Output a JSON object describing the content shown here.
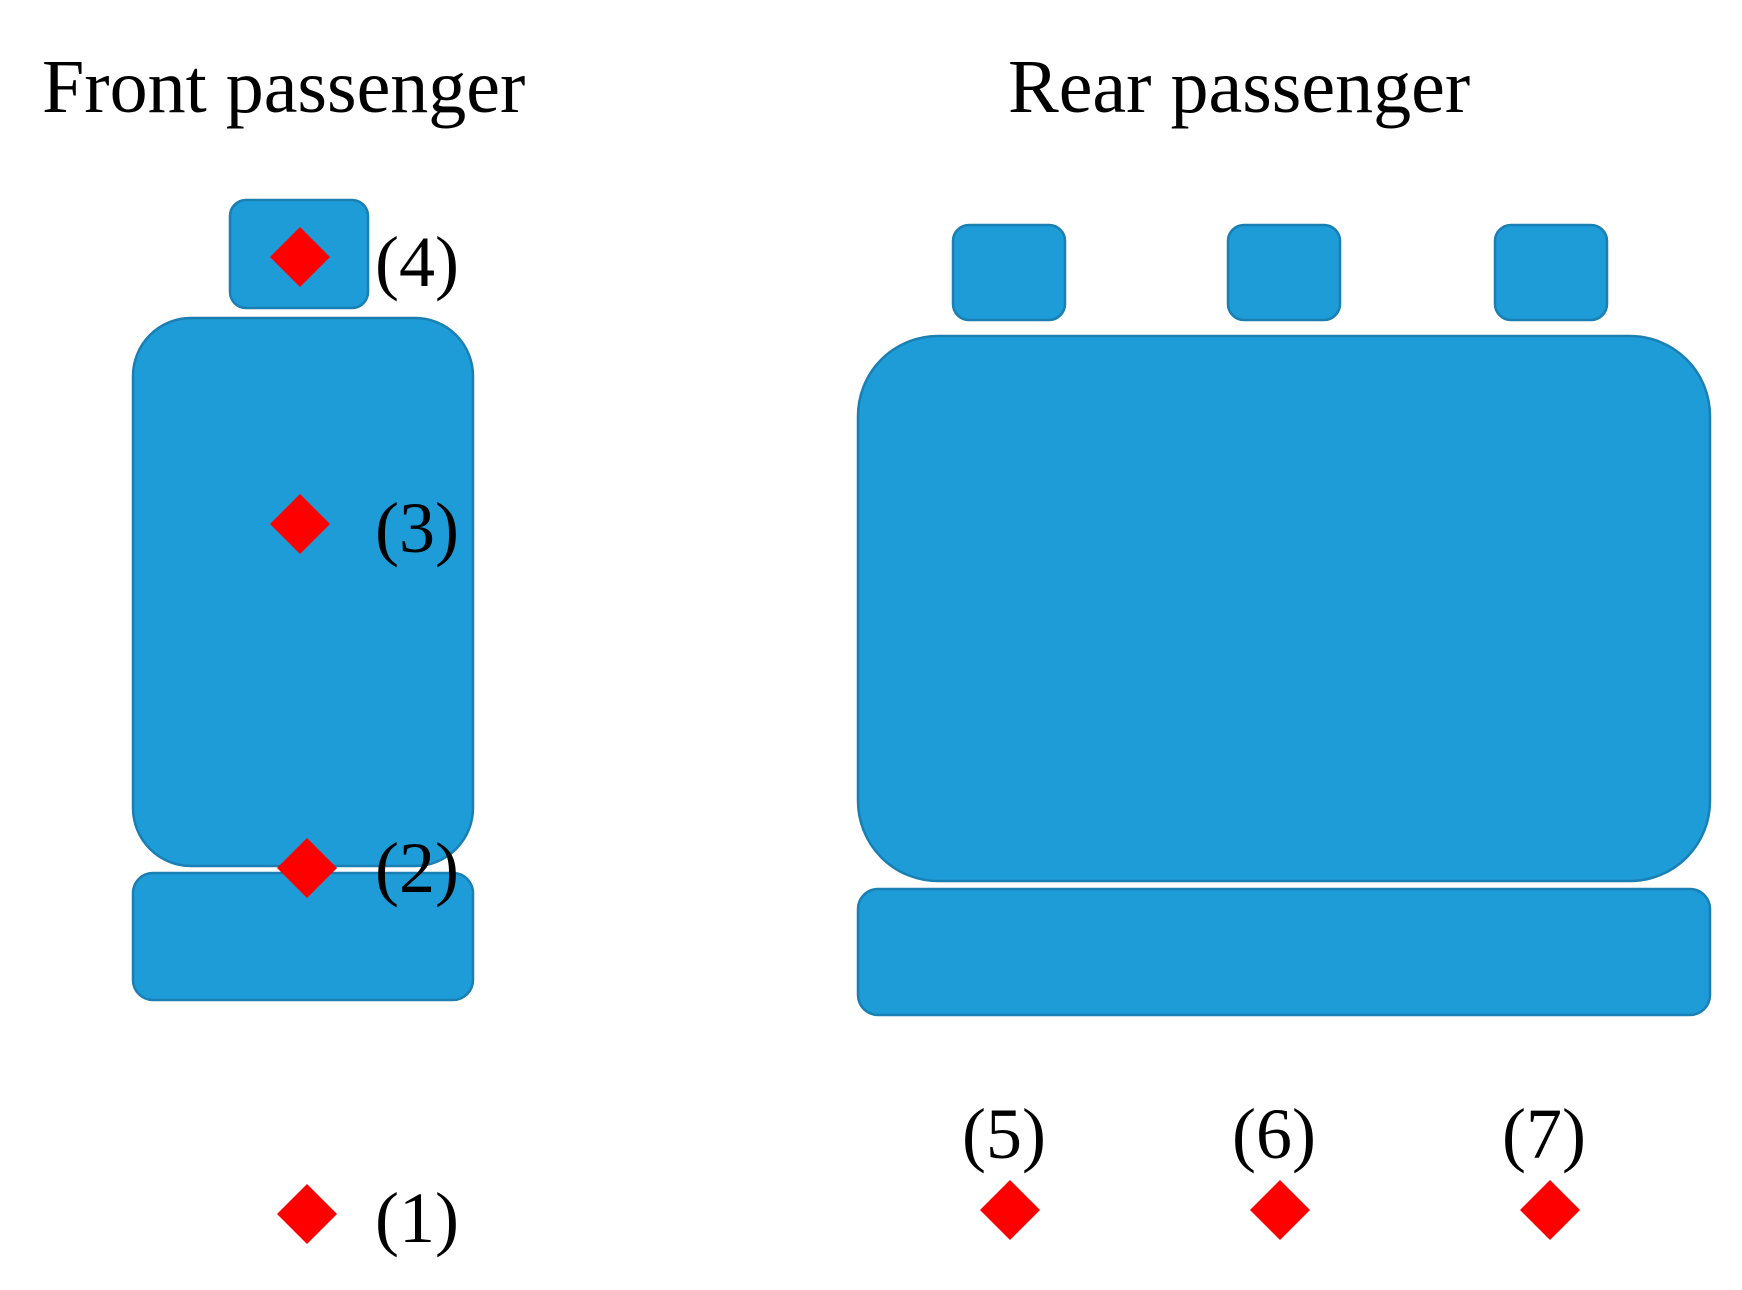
{
  "colors": {
    "seat_fill": "#1e9cd7",
    "seat_stroke": "#1a7fb3",
    "marker": "#ff0000",
    "text": "#000000",
    "background": "#ffffff"
  },
  "titles": {
    "front": "Front passenger",
    "rear": "Rear passenger"
  },
  "markers": {
    "icon": "red-diamond-icon",
    "points": [
      {
        "id": "1",
        "label": "(1)",
        "group": "front",
        "location": "floor in front of front seat"
      },
      {
        "id": "2",
        "label": "(2)",
        "group": "front",
        "location": "seat cushion / backrest junction"
      },
      {
        "id": "3",
        "label": "(3)",
        "group": "front",
        "location": "seat backrest"
      },
      {
        "id": "4",
        "label": "(4)",
        "group": "front",
        "location": "headrest"
      },
      {
        "id": "5",
        "label": "(5)",
        "group": "rear",
        "location": "floor, left rear seat"
      },
      {
        "id": "6",
        "label": "(6)",
        "group": "rear",
        "location": "floor, middle rear seat"
      },
      {
        "id": "7",
        "label": "(7)",
        "group": "rear",
        "location": "floor, right rear seat"
      }
    ]
  }
}
